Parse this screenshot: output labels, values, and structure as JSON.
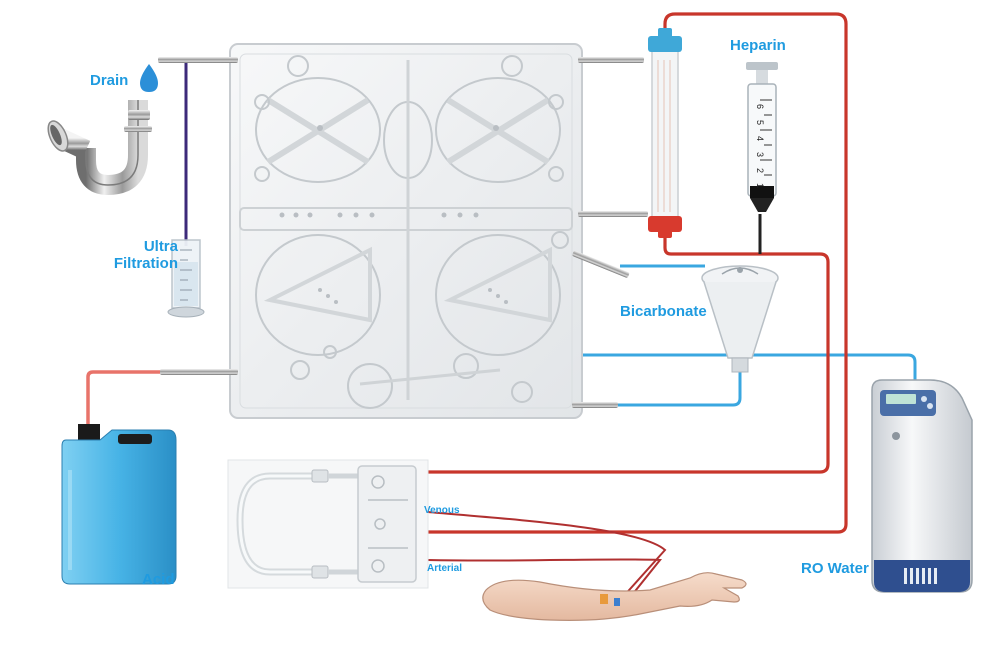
{
  "labels": {
    "drain": "Drain",
    "ultrafiltration": "Ultra\nFiltration",
    "heparin": "Heparin",
    "bicarbonate": "Bicarbonate",
    "acid": "Acid",
    "ro_water": "RO Water",
    "venous": "Venous",
    "arterial": "Arterial"
  },
  "syringe_scale": [
    "1",
    "2",
    "3",
    "4",
    "5",
    "6"
  ],
  "colors": {
    "label_blue": "#1f9be0",
    "blood_red": "#c8362b",
    "acid_red": "#e8736a",
    "water_blue": "#3aa7e0",
    "drain_purple": "#3c2a7a",
    "acid_jug": "#4fb8e8",
    "cartridge": "#e9ecef"
  },
  "icons": [
    "drain-pipe-icon",
    "water-drop-icon",
    "measuring-cylinder-icon",
    "syringe-icon",
    "dialyzer-icon",
    "bicarbonate-cartridge-icon",
    "acid-jug-icon",
    "ro-water-machine-icon",
    "arm-icon",
    "tubing-loop-icon"
  ]
}
